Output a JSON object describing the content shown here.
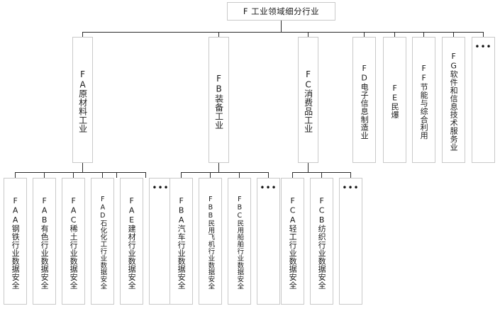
{
  "diagram": {
    "type": "tree",
    "title": "F 工业领域细分行业",
    "root": {
      "id": "F",
      "code": "F",
      "label": "工业领域细分行业",
      "text": "F 工业领域细分行业"
    },
    "level2": [
      {
        "id": "FA",
        "code": "FA",
        "label": "原材料工业"
      },
      {
        "id": "FB",
        "code": "FB",
        "label": "装备工业"
      },
      {
        "id": "FC",
        "code": "FC",
        "label": "消费品工业"
      },
      {
        "id": "FD",
        "code": "FD",
        "label": "电子信息制造业"
      },
      {
        "id": "FE",
        "code": "FE",
        "label": "民爆"
      },
      {
        "id": "FF",
        "code": "FF",
        "label": "节能与综合利用"
      },
      {
        "id": "FG",
        "code": "FG",
        "label": "软件和信息技术服务业"
      },
      {
        "id": "L2-more",
        "code": "",
        "label": "",
        "ellipsis": "•••"
      }
    ],
    "level3_fa": [
      {
        "id": "FAA",
        "code": "FAA",
        "label": "钢铁行业数据安全"
      },
      {
        "id": "FAB",
        "code": "FAB",
        "label": "有色行业数据安全"
      },
      {
        "id": "FAC",
        "code": "FAC",
        "label": "稀土行业数据安全"
      },
      {
        "id": "FAD",
        "code": "FAD",
        "label": "石化化工行业数据安全"
      },
      {
        "id": "FAE",
        "code": "FAE",
        "label": "建材行业数据安全"
      },
      {
        "id": "FA-more",
        "code": "",
        "label": "",
        "ellipsis": "•••"
      }
    ],
    "level3_fb": [
      {
        "id": "FBA",
        "code": "FBA",
        "label": "汽车行业数据安全"
      },
      {
        "id": "FBB",
        "code": "FBB",
        "label": "民用飞机行业数据安全"
      },
      {
        "id": "FBC",
        "code": "FBC",
        "label": "民用船舶行业数据安全"
      },
      {
        "id": "FB-more",
        "code": "",
        "label": "",
        "ellipsis": "•••"
      }
    ],
    "level3_fc": [
      {
        "id": "FCA",
        "code": "FCA",
        "label": "轻工行业数据安全"
      },
      {
        "id": "FCB",
        "code": "FCB",
        "label": "纺织行业数据安全"
      },
      {
        "id": "FC-more",
        "code": "",
        "label": "",
        "ellipsis": "•••"
      }
    ],
    "colors": {
      "box_border": "#c9c9c9",
      "connector": "#2b2b2b",
      "text": "#1a1a1a",
      "background": "#ffffff"
    }
  }
}
